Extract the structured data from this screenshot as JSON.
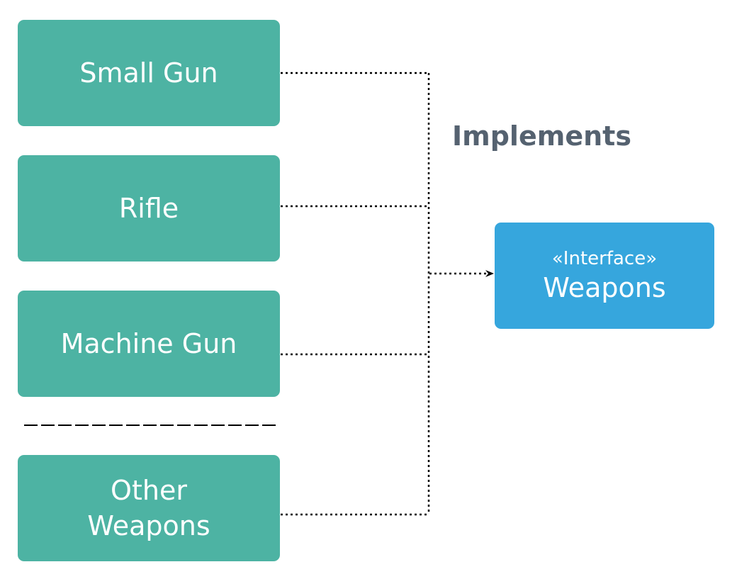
{
  "diagram": {
    "classes": [
      {
        "name": "Small Gun"
      },
      {
        "name": "Rifle"
      },
      {
        "name": "Machine Gun"
      },
      {
        "name": "Other Weapons"
      }
    ],
    "interface": {
      "stereotype": "«Interface»",
      "name": "Weapons"
    },
    "relationship_label": "Implements",
    "colors": {
      "class_fill": "#4db3a3",
      "interface_fill": "#36a6dd",
      "label_text": "#556270",
      "connector": "#000000"
    }
  }
}
